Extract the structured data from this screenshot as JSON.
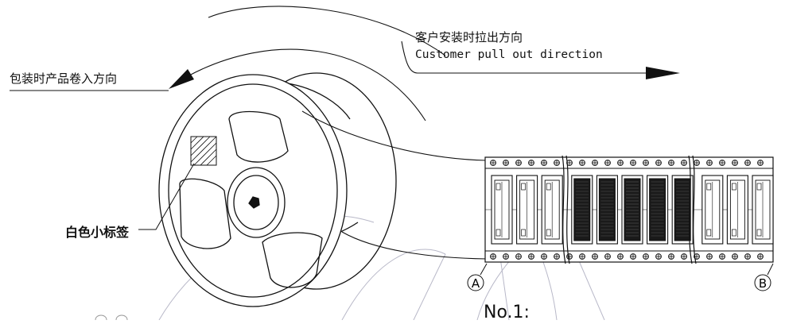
{
  "labels": {
    "pull_out_cn": "客户安装时拉出方向",
    "pull_out_en": "Customer pull out direction",
    "wind_in_cn": "包装时产品卷入方向",
    "white_label_cn": "白色小标签",
    "marker_a": "A",
    "marker_b": "B",
    "footnote": "No.1:"
  },
  "tape": {
    "pockets": [
      {
        "state": "empty"
      },
      {
        "state": "empty"
      },
      {
        "state": "empty"
      },
      {
        "state": "filled"
      },
      {
        "state": "filled"
      },
      {
        "state": "filled"
      },
      {
        "state": "filled"
      },
      {
        "state": "filled"
      },
      {
        "state": "empty"
      },
      {
        "state": "empty"
      },
      {
        "state": "empty"
      }
    ]
  },
  "colors": {
    "line": "#111111",
    "fill_component": "#1a1a1a",
    "background": "#ffffff",
    "faint": "#b8b8c8"
  }
}
